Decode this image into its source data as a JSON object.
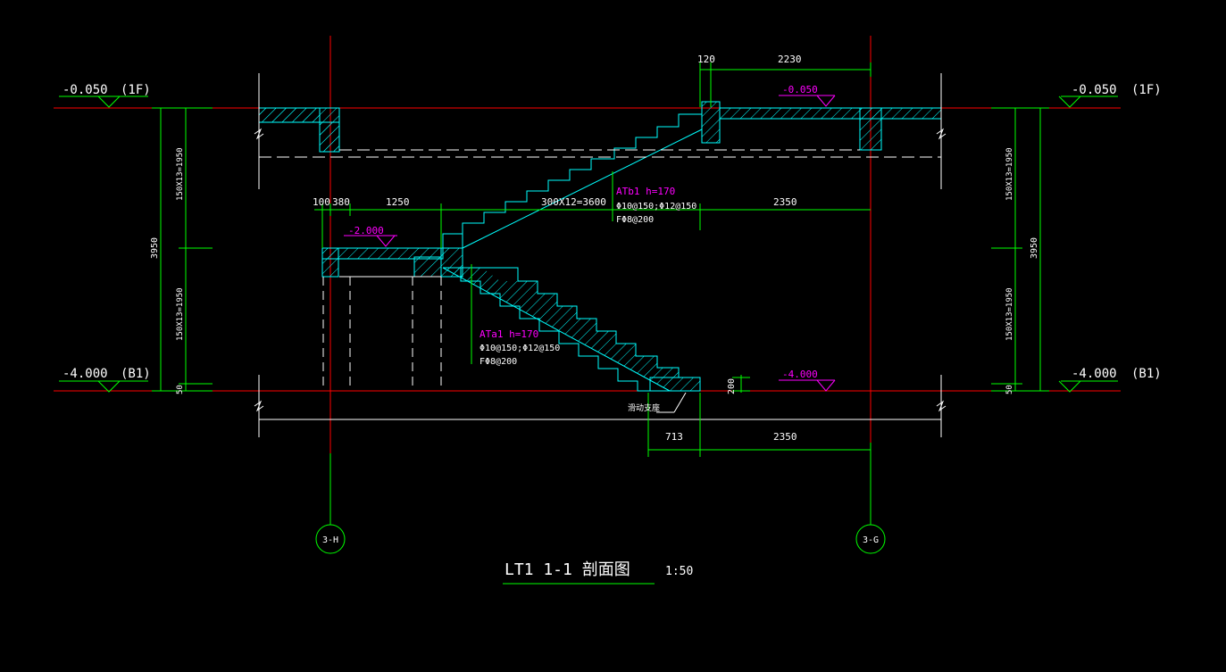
{
  "colors": {
    "background": "#000000",
    "axis_line": "#ff0000",
    "concrete": "#00ffff",
    "dimension": "#00ff00",
    "annotation": "#ff00ff",
    "text": "#ffffff",
    "outline": "#ffffff"
  },
  "levels": {
    "left_top_value": "-0.050",
    "left_top_floor": "(1F)",
    "left_bottom_value": "-4.000",
    "left_bottom_floor": "(B1)",
    "right_top_value": "-0.050",
    "right_top_floor": "(1F)",
    "right_bottom_value": "-4.000",
    "right_bottom_floor": "(B1)",
    "landing_level": "-2.000",
    "upper_landing_level": "-0.050",
    "bottom_landing_level": "-4.000"
  },
  "dimensions": {
    "top_small": "120",
    "top_right": "2230",
    "mid_left_a": "100",
    "mid_left_b": "380",
    "mid_left_c": "1250",
    "upper_flight": "300X12=3600",
    "mid_right": "2350",
    "bottom_left": "713",
    "bottom_right": "2350",
    "step_height": "200",
    "left_total": "3950",
    "left_upper": "150X13=1950",
    "left_lower": "150X13=1950",
    "left_base": "50",
    "right_total": "3950",
    "right_upper": "150X13=1950",
    "right_lower": "150X13=1950",
    "right_base": "50"
  },
  "flights": {
    "upper": {
      "name": "ATb1 h=170",
      "rebar1": "Φ10@150;Φ12@150",
      "rebar2": "FΦ8@200"
    },
    "lower": {
      "name": "ATa1 h=170",
      "rebar1": "Φ10@150;Φ12@150",
      "rebar2": "FΦ8@200"
    }
  },
  "notes": {
    "support": "滑动支座"
  },
  "axes": {
    "left": "3-H",
    "right": "3-G"
  },
  "title": {
    "name": "LT1  1-1 剖面图",
    "scale": "1:50"
  }
}
